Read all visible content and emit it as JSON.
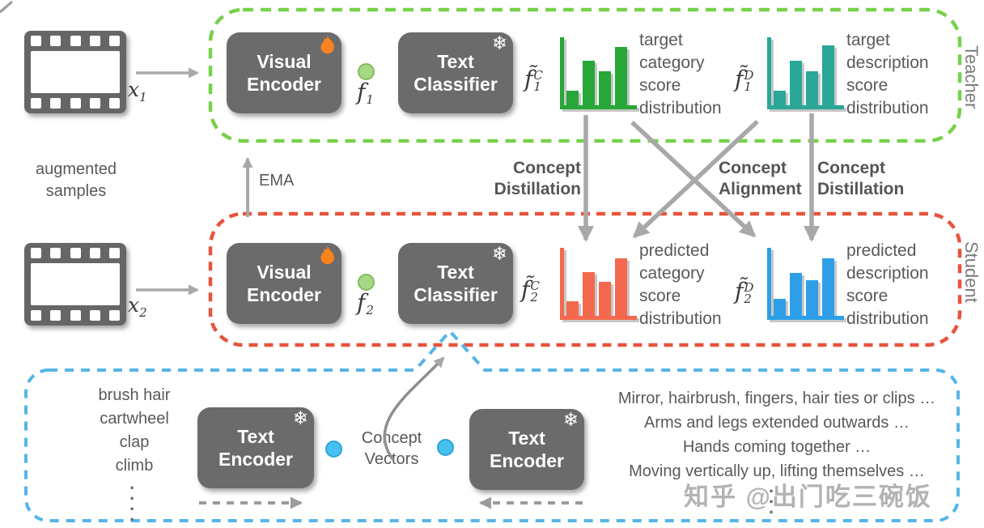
{
  "left": {
    "x_base": "x",
    "x1_sub": "1",
    "x2_sub": "2",
    "augmented": [
      "augmented",
      "samples"
    ],
    "ema_label": "EMA"
  },
  "teacher": {
    "side_label": "Teacher",
    "visual_encoder": {
      "line1": "Visual",
      "line2": "Encoder"
    },
    "text_classifier": {
      "line1": "Text",
      "line2": "Classifier"
    },
    "f_dot": {
      "base": "f",
      "sub": "1"
    },
    "f_cat": {
      "base": "f̃",
      "sup": "C",
      "sub": "1"
    },
    "f_desc": {
      "base": "f̃",
      "sup": "D",
      "sub": "1"
    },
    "caption_category": [
      "target",
      "category",
      "score",
      "distribution"
    ],
    "caption_description": [
      "target",
      "description",
      "score",
      "distribution"
    ]
  },
  "student": {
    "side_label": "Student",
    "visual_encoder": {
      "line1": "Visual",
      "line2": "Encoder"
    },
    "text_classifier": {
      "line1": "Text",
      "line2": "Classifier"
    },
    "f_dot": {
      "base": "f",
      "sub": "2"
    },
    "f_cat": {
      "base": "f̃",
      "sup": "C",
      "sub": "2"
    },
    "f_desc": {
      "base": "f̃",
      "sup": "D",
      "sub": "2"
    },
    "caption_category": [
      "predicted",
      "category",
      "score",
      "distribution"
    ],
    "caption_description": [
      "predicted",
      "description",
      "score",
      "distribution"
    ]
  },
  "flows": {
    "concept_distillation_left": [
      "Concept",
      "Distillation"
    ],
    "concept_alignment": [
      "Concept",
      "Alignment"
    ],
    "concept_distillation_right": [
      "Concept",
      "Distillation"
    ]
  },
  "bottom": {
    "class_names": [
      "brush hair",
      "cartwheel",
      "clap",
      "climb"
    ],
    "class_dots": "·\n·\n·\n·",
    "text_encoder_left": {
      "line1": "Text",
      "line2": "Encoder"
    },
    "text_encoder_right": {
      "line1": "Text",
      "line2": "Encoder"
    },
    "concept_vectors": [
      "Concept",
      "Vectors"
    ],
    "descriptions": [
      "Mirror, hairbrush, fingers, hair ties or clips …",
      "Arms and legs extended outwards …",
      "Hands coming together …",
      "Moving vertically up, lifting themselves …"
    ],
    "description_dots": "·\n·\n·"
  },
  "icons": {
    "snowflake": "❄"
  },
  "watermark": "知乎 @出门吃三碗饭",
  "colors": {
    "teacher_border": "#77d14b",
    "student_border": "#e7543d",
    "concepts_border": "#55b5e8",
    "box_gray": "#6b6b6b",
    "arrow_gray": "#a8a8a8",
    "green_dot": "#a6d784",
    "blue_dot": "#47c0ef"
  },
  "charts": {
    "teacher_category": {
      "type": "bar",
      "color": "#27a737",
      "values": [
        0.22,
        0.66,
        0.5,
        0.86
      ]
    },
    "teacher_description": {
      "type": "bar",
      "color": "#2aa797",
      "values": [
        0.22,
        0.66,
        0.5,
        0.88
      ]
    },
    "student_category": {
      "type": "bar",
      "color": "#f4694e",
      "values": [
        0.22,
        0.64,
        0.5,
        0.84
      ]
    },
    "student_description": {
      "type": "bar",
      "color": "#2e9fe6",
      "values": [
        0.25,
        0.63,
        0.52,
        0.85
      ]
    }
  }
}
